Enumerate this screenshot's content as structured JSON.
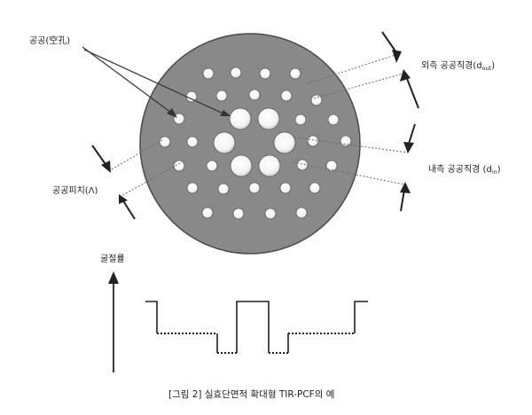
{
  "labels": {
    "hole": "공공(空孔)",
    "outer_diameter": "외측 공공직경(d",
    "outer_sub": "out",
    "outer_close": ")",
    "inner_diameter": "내측 공공직경 (d",
    "inner_sub": "in",
    "inner_close": ")",
    "pitch": "공공피치(Λ)",
    "refractive_index": "굴절률"
  },
  "caption": "[그림 2] 실효단면적 확대형 TIR-PCF의 예",
  "colors": {
    "cladding_fill": "#898989",
    "hole_fill": "#ffffff",
    "line": "#333333"
  }
}
